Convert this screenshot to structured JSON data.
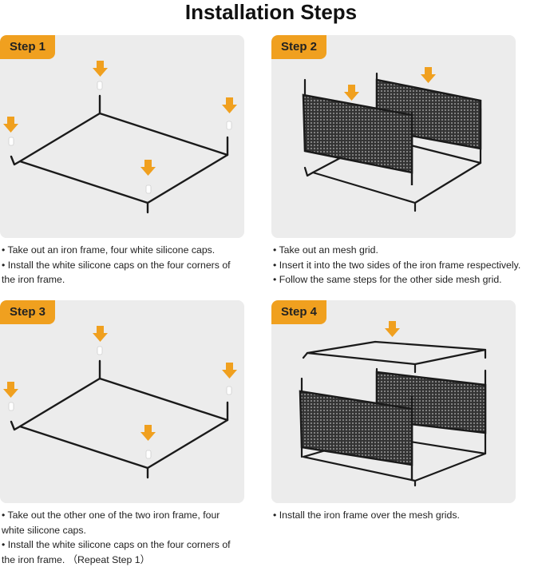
{
  "title": "Installation Steps",
  "accent_color": "#f0a01f",
  "steps": [
    {
      "label": "Step 1",
      "lines": [
        "• Take out an iron frame, four white silicone caps.",
        "• Install the white silicone caps on the four corners of",
        "the iron frame."
      ]
    },
    {
      "label": "Step 2",
      "lines": [
        "• Take out an mesh grid.",
        "• Insert it into the two sides of the iron frame respectively.",
        "• Follow the same steps for the other side mesh grid."
      ]
    },
    {
      "label": "Step 3",
      "lines": [
        "• Take out the other one of the two iron frame, four",
        "white silicone caps.",
        "• Install the white silicone caps on the four corners of",
        "the iron frame.    （Repeat Step 1）"
      ]
    },
    {
      "label": "Step 4",
      "lines": [
        "• Install the iron frame over the mesh grids."
      ]
    }
  ]
}
